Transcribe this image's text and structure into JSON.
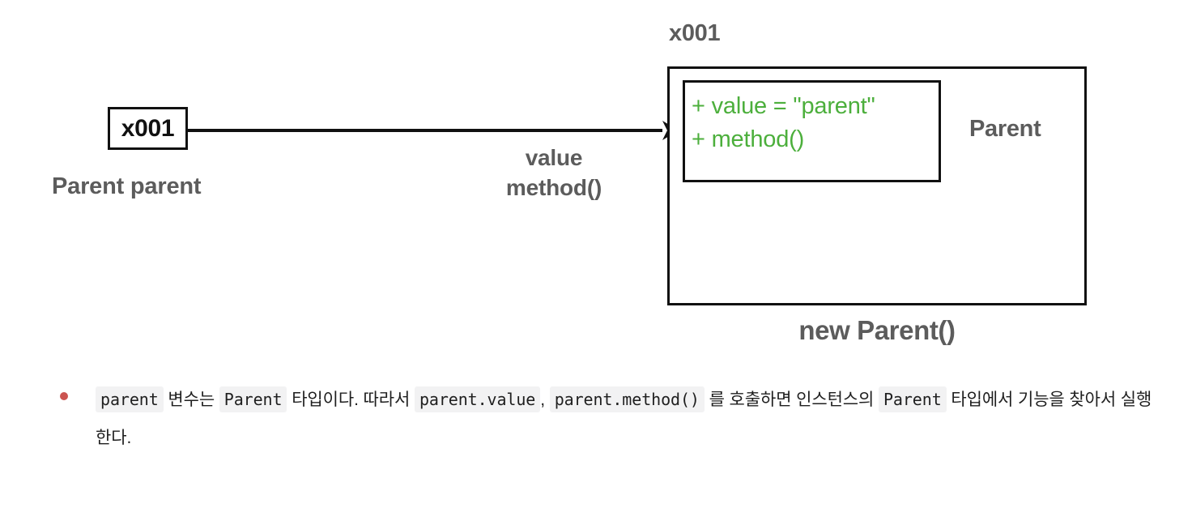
{
  "diagram": {
    "reference_box": {
      "address": "x001",
      "caption": "Parent parent"
    },
    "arrow": {
      "labels": [
        "value",
        "method()"
      ]
    },
    "instance": {
      "address_tag": "x001",
      "class_name": "Parent",
      "members": [
        "+ value = \"parent\"",
        "+ method()"
      ],
      "caption": "new Parent()"
    },
    "colors": {
      "member_green": "#4caf3c",
      "label_gray": "#5c5c5c",
      "stroke_black": "#111111",
      "bullet_red": "#cb5450",
      "code_background": "#f2f2f3"
    }
  },
  "explanation": {
    "bullets": [
      {
        "segments": [
          {
            "type": "code",
            "text": "parent"
          },
          {
            "type": "text",
            "text": " 변수는 "
          },
          {
            "type": "code",
            "text": "Parent"
          },
          {
            "type": "text",
            "text": " 타입이다. 따라서 "
          },
          {
            "type": "code",
            "text": "parent.value"
          },
          {
            "type": "text",
            "text": ", "
          },
          {
            "type": "code",
            "text": "parent.method()"
          },
          {
            "type": "text",
            "text": " 를 호출하면 인스턴스의 "
          },
          {
            "type": "code",
            "text": "Parent"
          },
          {
            "type": "text",
            "text": " 타입에서 기능을 찾아서 실행한다."
          }
        ]
      }
    ]
  }
}
